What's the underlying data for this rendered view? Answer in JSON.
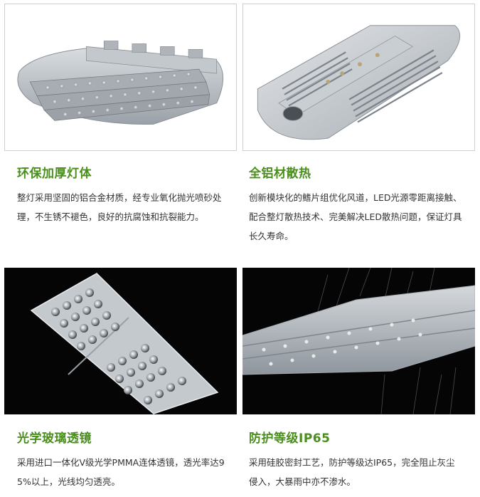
{
  "features": [
    {
      "title": "环保加厚灯体",
      "text": "整灯采用坚固的铝合金材质，经专业氧化抛光喷砂处理，不生锈不褪色，良好的抗腐蚀和抗裂能力。"
    },
    {
      "title": "全铝材散热",
      "text": "创新模块化的鳍片组优化风道，LED光源零距离接触、配合整灯散热技术、完美解决LED散热问题，保证灯具长久寿命。"
    },
    {
      "title": "光学玻璃透镜",
      "text": "采用进口一体化V级光学PMMA连体透镜，透光率达95%以上，光线均匀透亮。"
    },
    {
      "title": "防护等级IP65",
      "text": "采用硅胶密封工艺，防护等级达IP65，完全阻止灰尘侵入，大暴雨中亦不渗水。"
    }
  ],
  "colors": {
    "title_green": "#4a8f1c",
    "body_text": "#333333",
    "dark_background": "#050505"
  }
}
